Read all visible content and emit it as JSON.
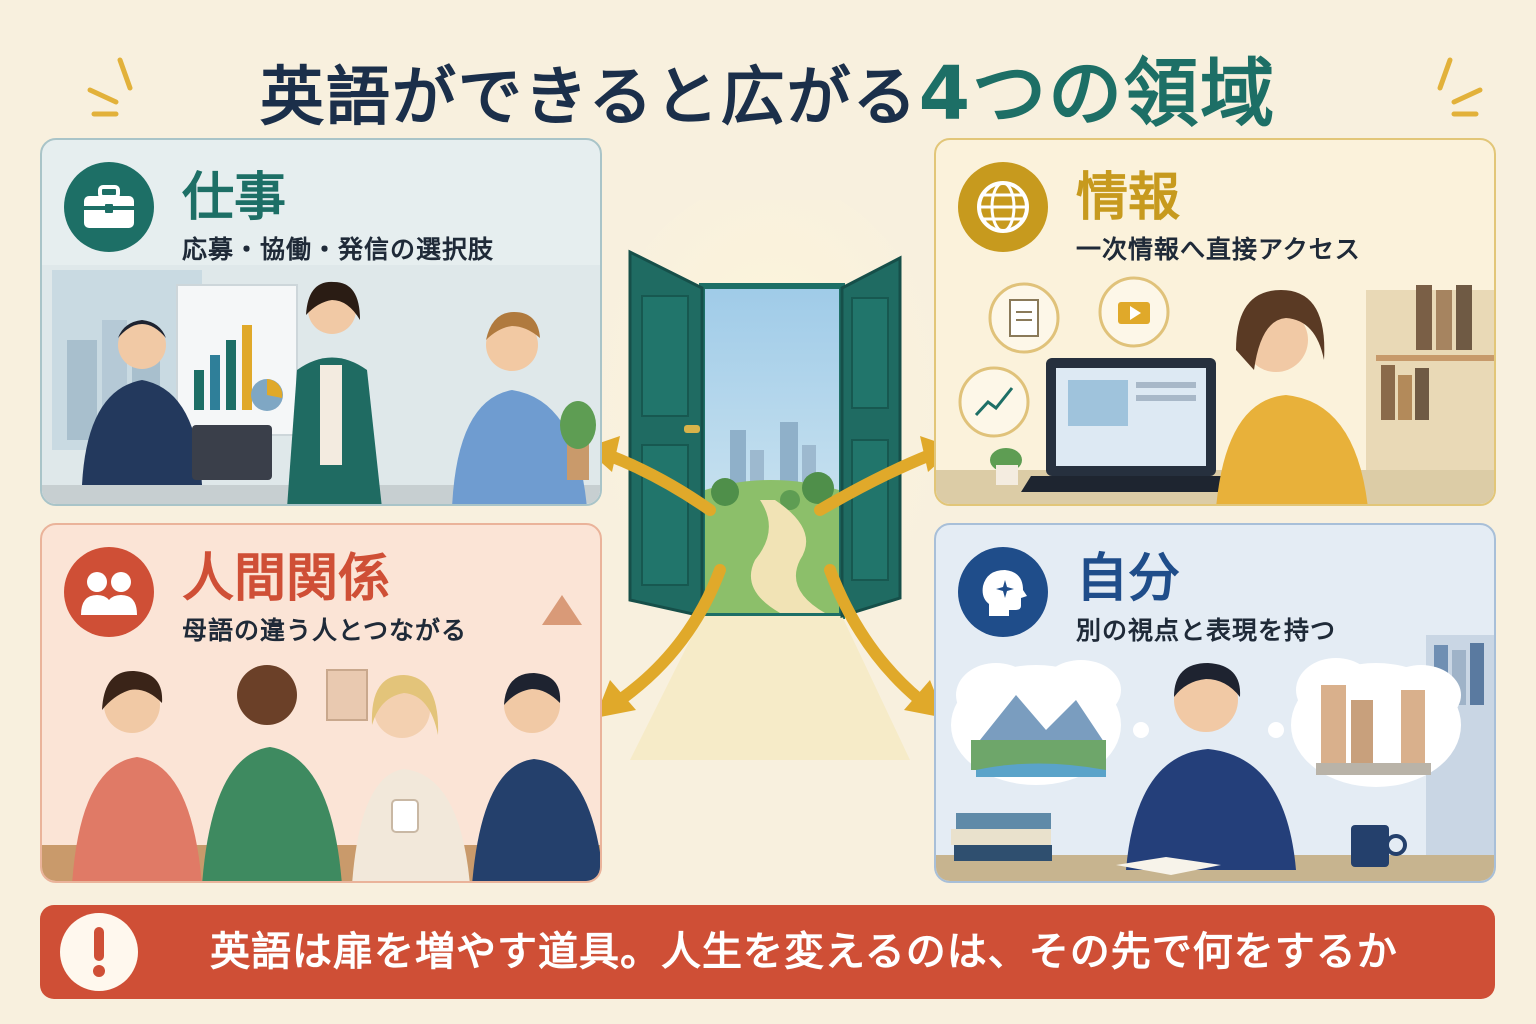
{
  "title": {
    "main": "英語ができると広がる",
    "accent": "4つの領域"
  },
  "colors": {
    "navy": "#1b2f4a",
    "teal": "#1d6f66",
    "gold": "#c79a1e",
    "coral": "#cf4f36",
    "blue": "#1f4d8a",
    "cream": "#f8f0de"
  },
  "areas": {
    "work": {
      "title": "仕事",
      "subtitle": "応募・協働・発信の選択肢",
      "icon": "briefcase-icon"
    },
    "info": {
      "title": "情報",
      "subtitle": "一次情報へ直接アクセス",
      "icon": "globe-icon"
    },
    "relationships": {
      "title": "人間関係",
      "subtitle": "母語の違う人とつながる",
      "icon": "people-icon"
    },
    "self": {
      "title": "自分",
      "subtitle": "別の視点と表現を持つ",
      "icon": "head-sparkle-icon"
    }
  },
  "banner": {
    "text": "英語は扉を増やす道具。人生を変えるのは、その先で何をするか",
    "icon": "exclamation-icon"
  }
}
